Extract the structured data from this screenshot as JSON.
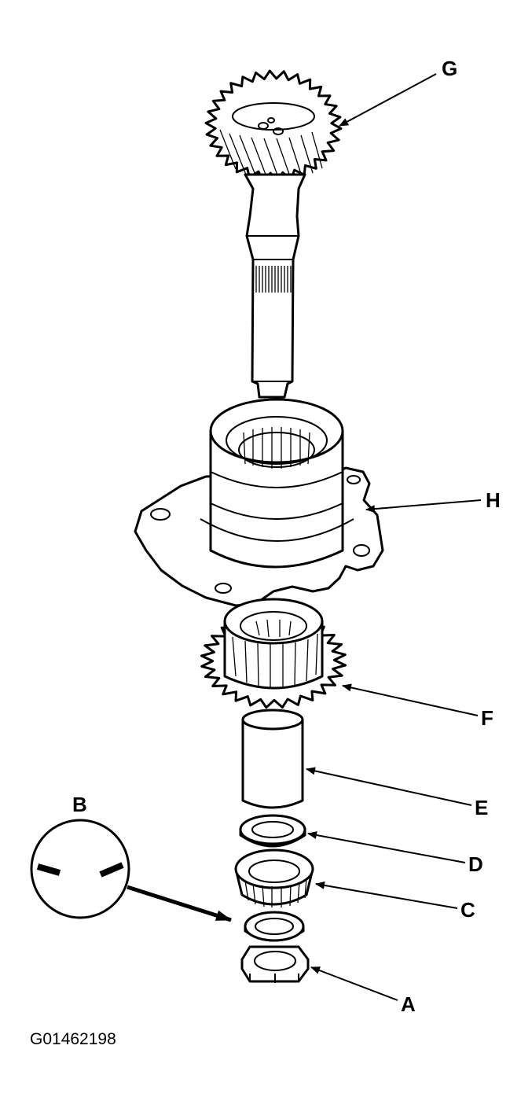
{
  "diagram": {
    "labels": {
      "a": "A",
      "b": "B",
      "c": "C",
      "d": "D",
      "e": "E",
      "f": "F",
      "g": "G",
      "h": "H"
    },
    "figure_id": "G01462198"
  },
  "colors": {
    "ink": "#000000",
    "paper": "#ffffff"
  }
}
